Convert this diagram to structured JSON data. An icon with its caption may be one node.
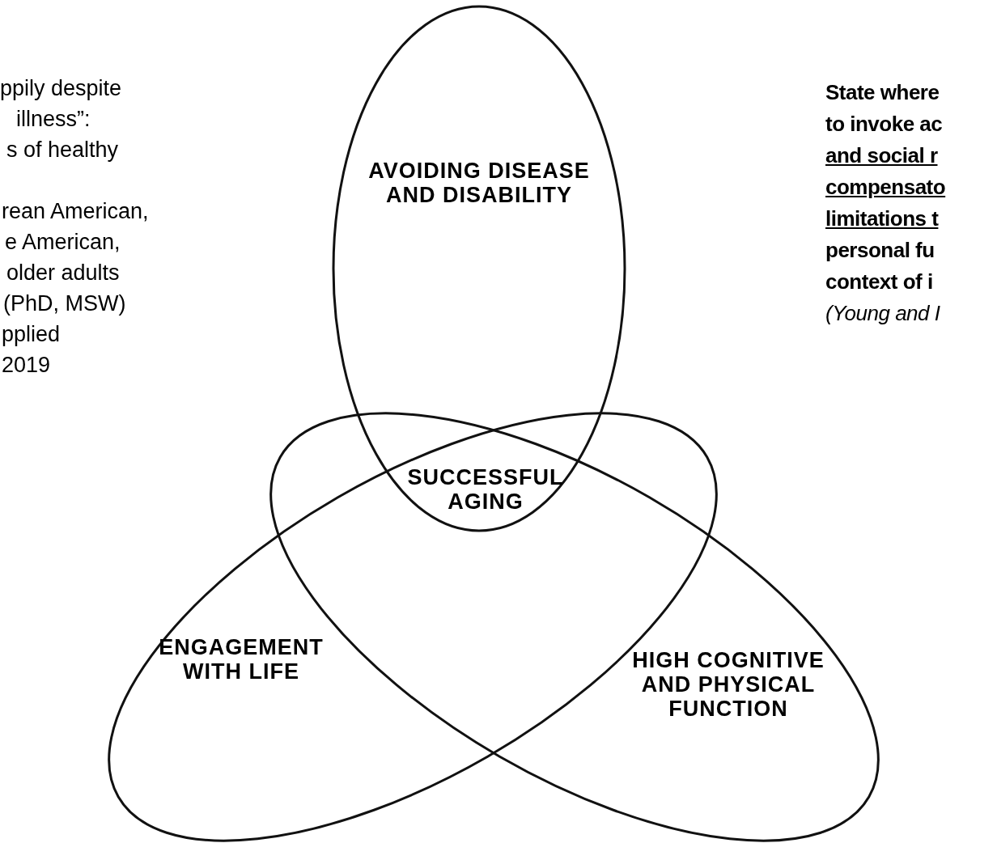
{
  "diagram": {
    "nodes": [
      {
        "text": [
          "AVOIDING DISEASE AND DISABILITY"
        ]
      },
      {
        "text": [
          "ENGAGEMENT WITH LIFE"
        ]
      },
      {
        "text": [
          "HIGH COGNITIVE AND PHYSICAL FUNCTION"
        ]
      }
    ],
    "edges": [],
    "labels": [
      "SUCCESSFUL AGING",
      "ppily despite",
      "illness”:",
      "s of healthy",
      "rean American,",
      "e American,",
      "older adults",
      "(PhD, MSW)",
      "pplied",
      "2019",
      "State where",
      "to invoke ac",
      "and social r",
      "compensato",
      "limitations t",
      "personal fu",
      "context of i",
      "(Young and I"
    ]
  }
}
